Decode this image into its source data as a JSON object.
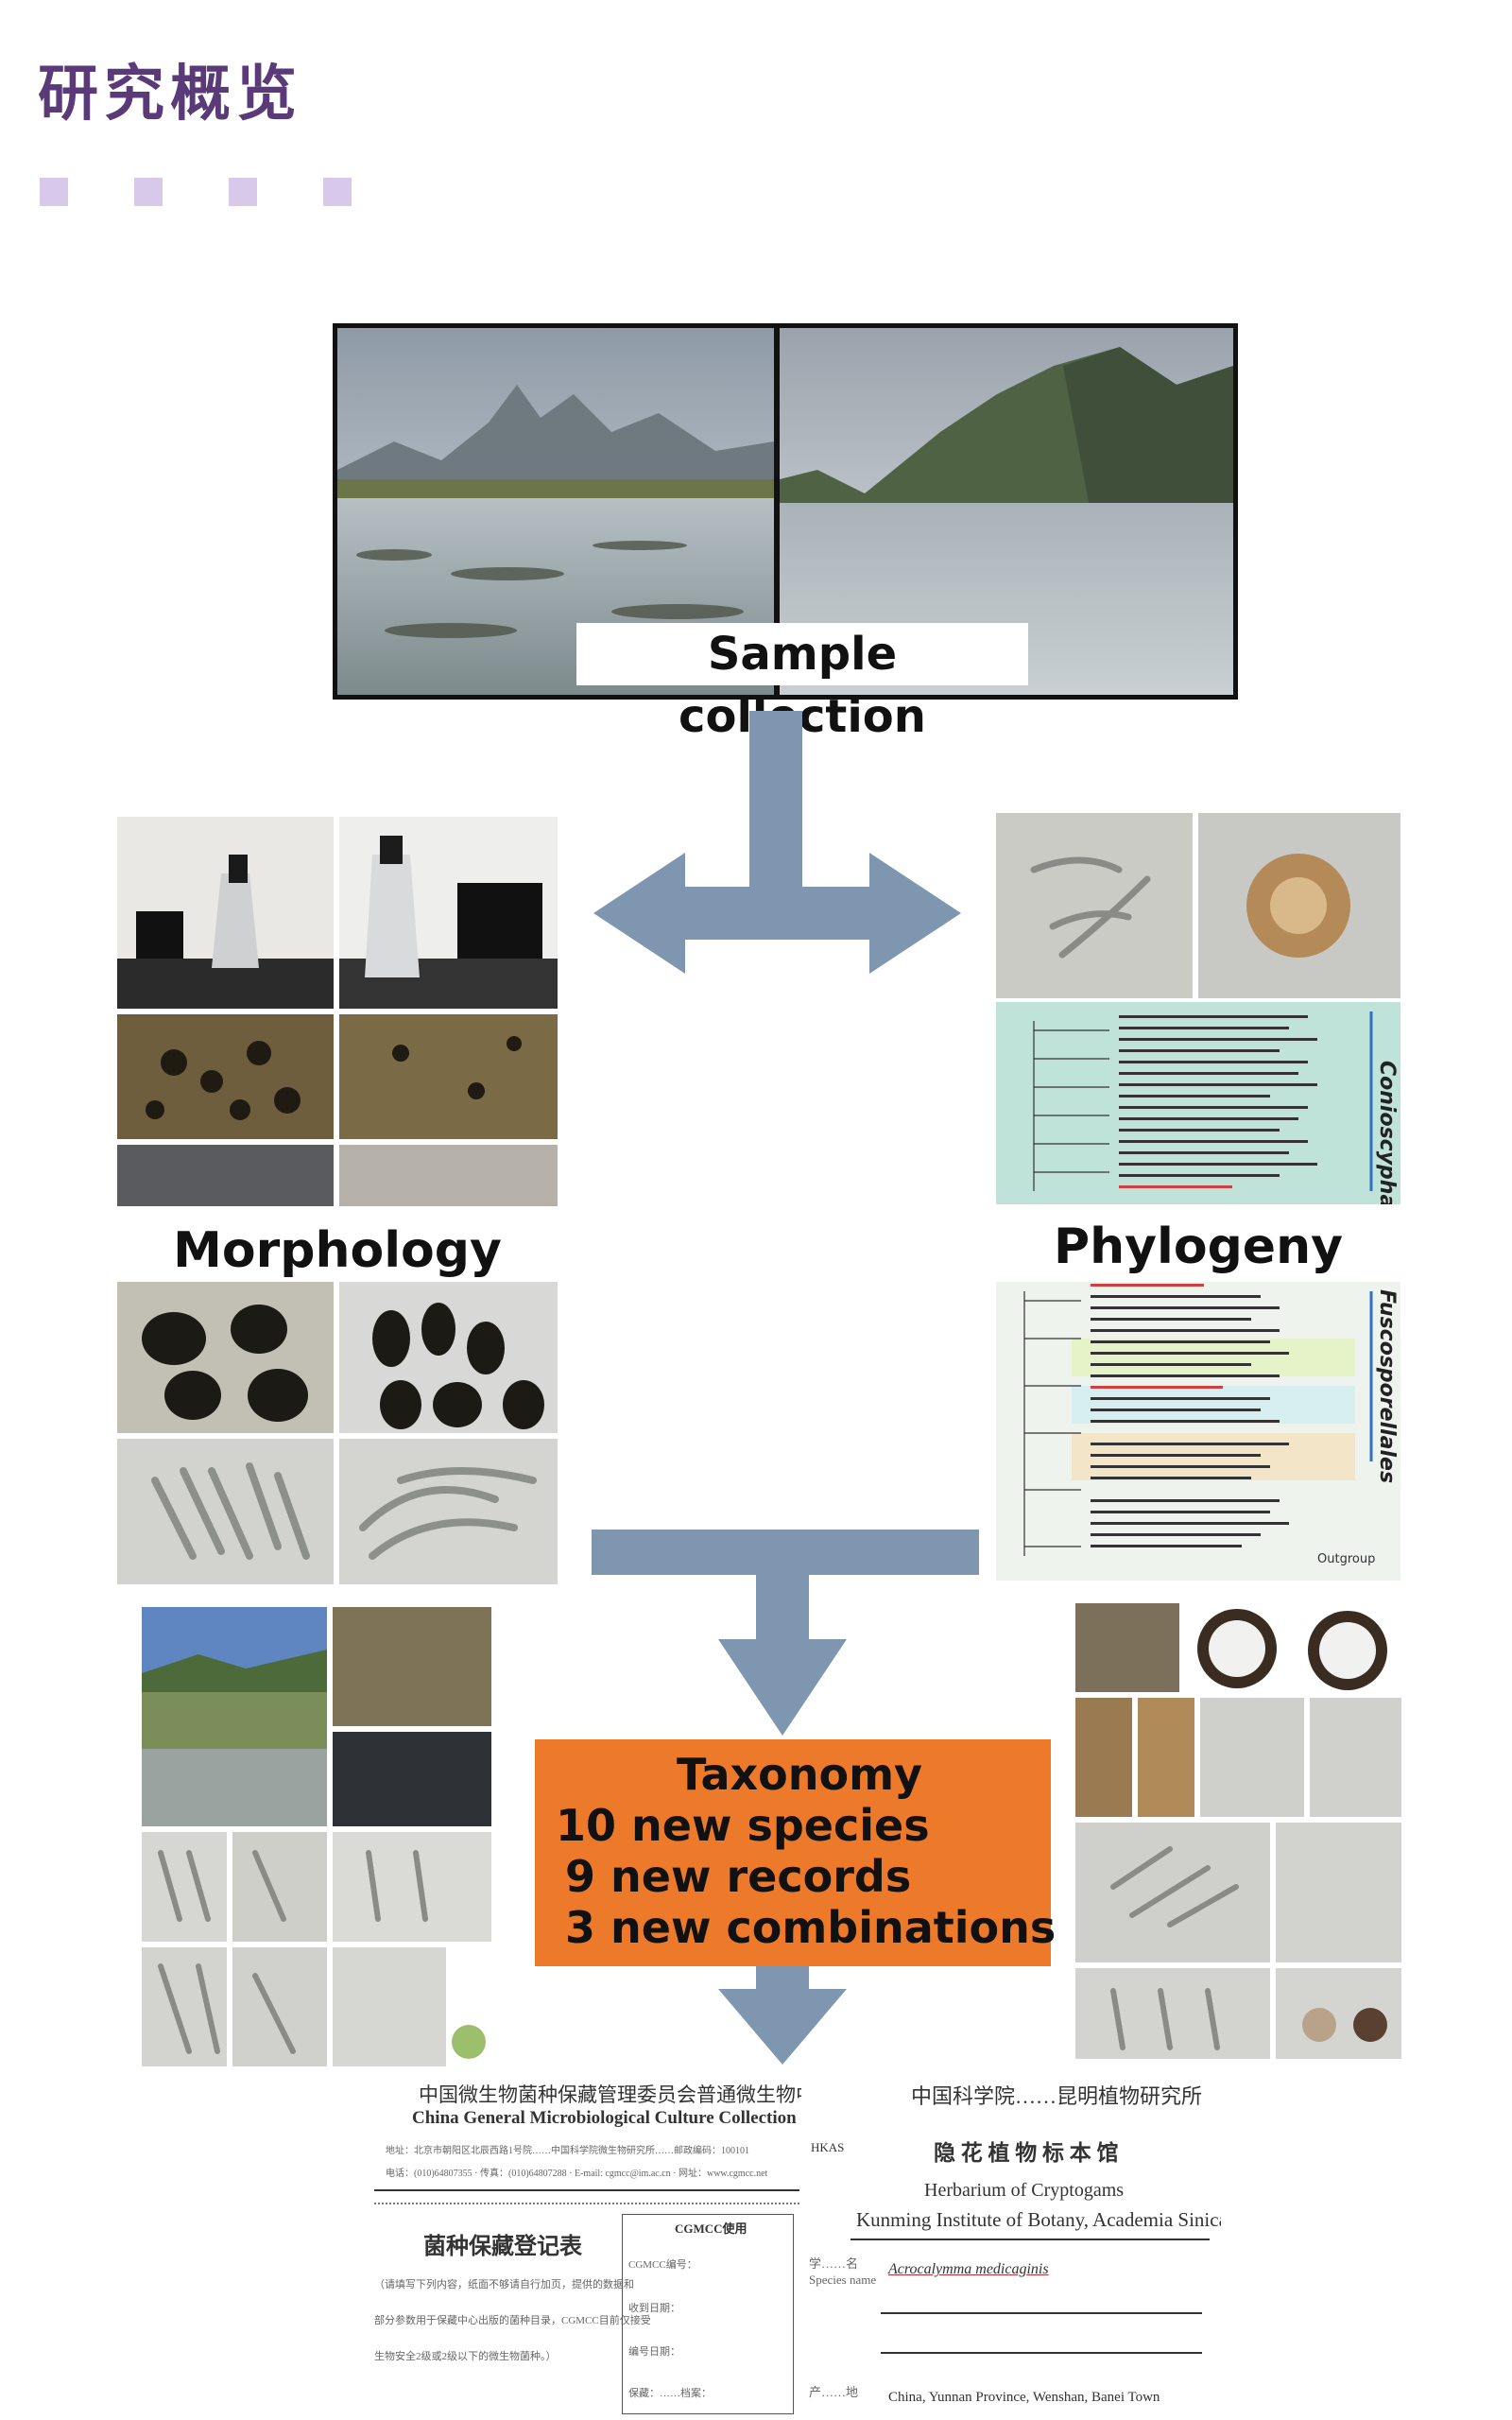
{
  "heading": "研究概览",
  "labels": {
    "sample_collection": "Sample collection",
    "morphology": "Morphology",
    "phylogeny": "Phylogeny"
  },
  "taxonomy": {
    "title": "Taxonomy",
    "lines": [
      "10 new species",
      "9  new records",
      "3  new combinations"
    ]
  },
  "tree_labels": {
    "upper": "Conioscyphales",
    "lower": "Fuscosporellales",
    "outgroup": "Outgroup"
  },
  "cert_left": {
    "org_cn": "中国微生物菌种保藏管理委员会普通微生物中心",
    "org_en": "China General Microbiological Culture Collection Center",
    "addr_line": "地址：北京市朝阳区北辰西路1号院……中国科学院微生物研究所……邮政编码：100101",
    "phone_line": "电话：(010)64807355 · 传真：(010)64807288 · E-mail: cgmcc@im.ac.cn · 网址：www.cgmcc.net",
    "form_title": "菌种保藏登记表",
    "notes": [
      "（请填写下列内容，纸面不够请自行加页，提供的数据和",
      "部分参数用于保藏中心出版的菌种目录，CGMCC目前仅接受",
      "生物安全2级或2级以下的微生物菌种。）"
    ],
    "use_box_title": "CGMCC使用",
    "use_box_fields": [
      "CGMCC编号：",
      "收到日期：",
      "编号日期：",
      "保藏：……档案："
    ]
  },
  "cert_right": {
    "hkas": "HKAS",
    "institute_cn": "中国科学院……昆明植物研究所",
    "herbarium_cn": "隐 花 植 物 标 本 馆",
    "herbarium_en": "Herbarium of Cryptogams",
    "institute_en": "Kunming Institute of Botany, Academia Sinica",
    "field_name_cn": "学……名",
    "field_name_en": "Species name",
    "species": "Acrocalymma medicaginis",
    "field_loc_cn": "产……地",
    "locality": "China, Yunnan Province, Wenshan, Banei Town"
  },
  "colors": {
    "heading": "#5a3a78",
    "squares": "#d8c8ea",
    "arrow": "#7f96b0",
    "taxonomy_bg": "#ec7a2a"
  }
}
